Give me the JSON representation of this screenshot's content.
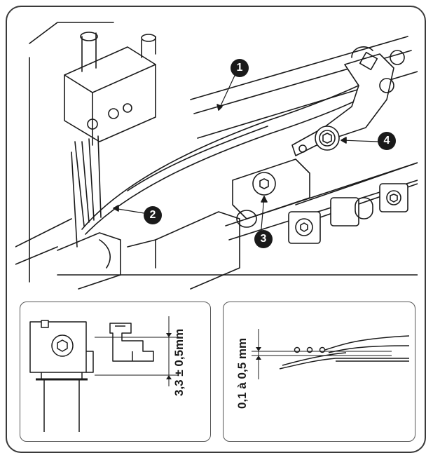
{
  "callouts": [
    "1",
    "2",
    "3",
    "4"
  ],
  "left_panel": {
    "dimension_label": "3,3 ± 0,5mm"
  },
  "right_panel": {
    "dimension_label": "0,1 à 0,5 mm"
  },
  "colors": {
    "line": "#1a1a1a",
    "border": "#3a3a3a",
    "callout_bg": "#1a1a1a",
    "callout_text": "#ffffff"
  },
  "icons": [
    "hex-socket-screw-icon"
  ]
}
